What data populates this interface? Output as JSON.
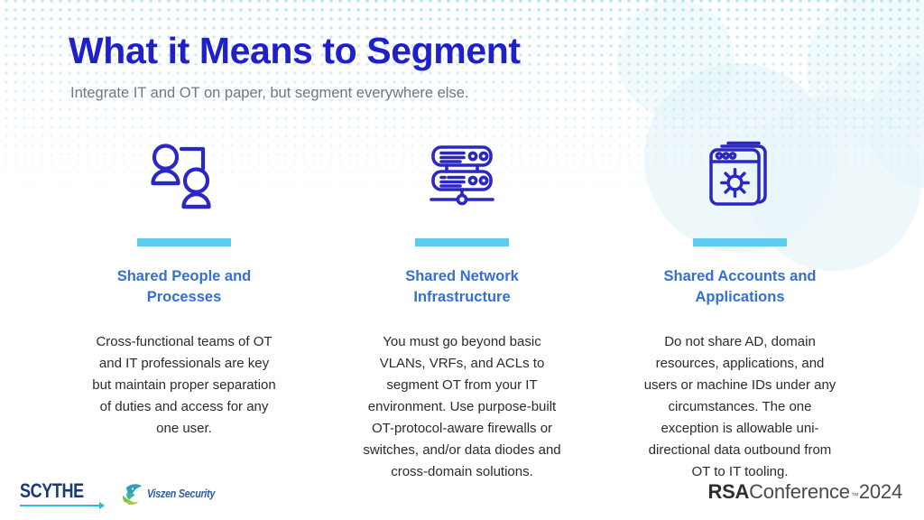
{
  "slide": {
    "title": "What it Means to Segment",
    "subtitle": "Integrate IT and OT on paper, but segment everywhere else."
  },
  "theme": {
    "title_color": "#2020c8",
    "subtitle_color": "#6e7688",
    "heading_color": "#3370d4",
    "rule_color": "#5bcbf0",
    "icon_color": "#2b27c4",
    "body_color": "#2b2b2b",
    "background_color": "#ffffff",
    "dot_pattern_color": "#8fd8ef",
    "blob_color": "#e8f5fa"
  },
  "columns": [
    {
      "icon": "people-network-icon",
      "heading": "Shared People and Processes",
      "body": "Cross-functional teams of OT and IT professionals are key but maintain proper separation of duties and access for any one user."
    },
    {
      "icon": "server-rack-network-icon",
      "heading": "Shared Network Infrastructure",
      "body": "You must go beyond basic VLANs, VRFs, and ACLs to segment OT from your IT environment. Use purpose-built OT-protocol-aware firewalls or switches, and/or data diodes and cross-domain solutions."
    },
    {
      "icon": "application-window-gear-icon",
      "heading": "Shared Accounts and Applications",
      "body": "Do not share AD, domain resources, applications, and users or machine IDs under any circumstances. The one exception is allowable uni-directional data outbound from OT to IT tooling."
    }
  ],
  "footer": {
    "logos": [
      {
        "name": "scythe-logo",
        "text": "SCYTHE"
      },
      {
        "name": "viszen-security-logo",
        "text": "Viszen Security"
      }
    ],
    "rsa": {
      "mark": "RSA",
      "word": "Conference",
      "trademark": "™",
      "year": "2024"
    }
  }
}
